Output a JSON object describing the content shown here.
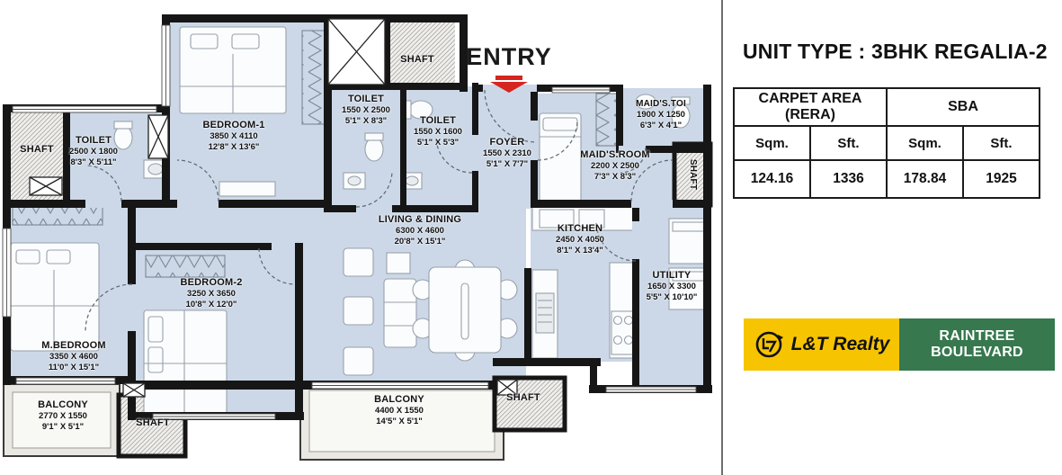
{
  "panel": {
    "title": "UNIT TYPE : 3BHK REGALIA-2",
    "table": {
      "group_headers": [
        "CARPET AREA (RERA)",
        "SBA"
      ],
      "sub_headers": [
        "Sqm.",
        "Sft.",
        "Sqm.",
        "Sft."
      ],
      "values": [
        "124.16",
        "1336",
        "178.84",
        "1925"
      ]
    },
    "brand": {
      "name": "L&T Realty",
      "project": "RAINTREE BOULEVARD"
    }
  },
  "plan": {
    "entry_label": "ENTRY",
    "rooms": [
      {
        "name": "SHAFT"
      },
      {
        "name": "TOILET",
        "dim_mm": "2500 X 1800",
        "dim_ft": "8'3\" X 5'11\""
      },
      {
        "name": "BEDROOM-1",
        "dim_mm": "3850 X 4110",
        "dim_ft": "12'8\" X 13'6\""
      },
      {
        "name": "SHAFT"
      },
      {
        "name": "TOILET",
        "dim_mm": "1550 X 2500",
        "dim_ft": "5'1\" X 8'3\""
      },
      {
        "name": "TOILET",
        "dim_mm": "1550 X 1600",
        "dim_ft": "5'1\" X 5'3\""
      },
      {
        "name": "FOYER",
        "dim_mm": "1550 X 2310",
        "dim_ft": "5'1\" X 7'7\""
      },
      {
        "name": "MAID'S.TOI",
        "dim_mm": "1900 X 1250",
        "dim_ft": "6'3\" X 4'1\""
      },
      {
        "name": "MAID'S.ROOM",
        "dim_mm": "2200 X 2500",
        "dim_ft": "7'3\" X 8'3\""
      },
      {
        "name": "SHAFT"
      },
      {
        "name": "LIVING & DINING",
        "dim_mm": "6300 X 4600",
        "dim_ft": "20'8\" X 15'1\""
      },
      {
        "name": "KITCHEN",
        "dim_mm": "2450 X 4050",
        "dim_ft": "8'1\" X 13'4\""
      },
      {
        "name": "UTILITY",
        "dim_mm": "1650 X 3300",
        "dim_ft": "5'5\" X 10'10\""
      },
      {
        "name": "M.BEDROOM",
        "dim_mm": "3350 X 4600",
        "dim_ft": "11'0\" X 15'1\""
      },
      {
        "name": "BEDROOM-2",
        "dim_mm": "3250 X 3650",
        "dim_ft": "10'8\" X 12'0\""
      },
      {
        "name": "BALCONY",
        "dim_mm": "2770 X 1550",
        "dim_ft": "9'1\" X 5'1\""
      },
      {
        "name": "SHAFT"
      },
      {
        "name": "BALCONY",
        "dim_mm": "4400 X 1550",
        "dim_ft": "14'5\" X 5'1\""
      },
      {
        "name": "SHAFT"
      }
    ]
  },
  "colors": {
    "accent_red": "#D6251F",
    "brand_yellow": "#F6C400",
    "brand_green": "#37784F",
    "floor_blue": "#CCD8E7",
    "wall_black": "#161616"
  }
}
